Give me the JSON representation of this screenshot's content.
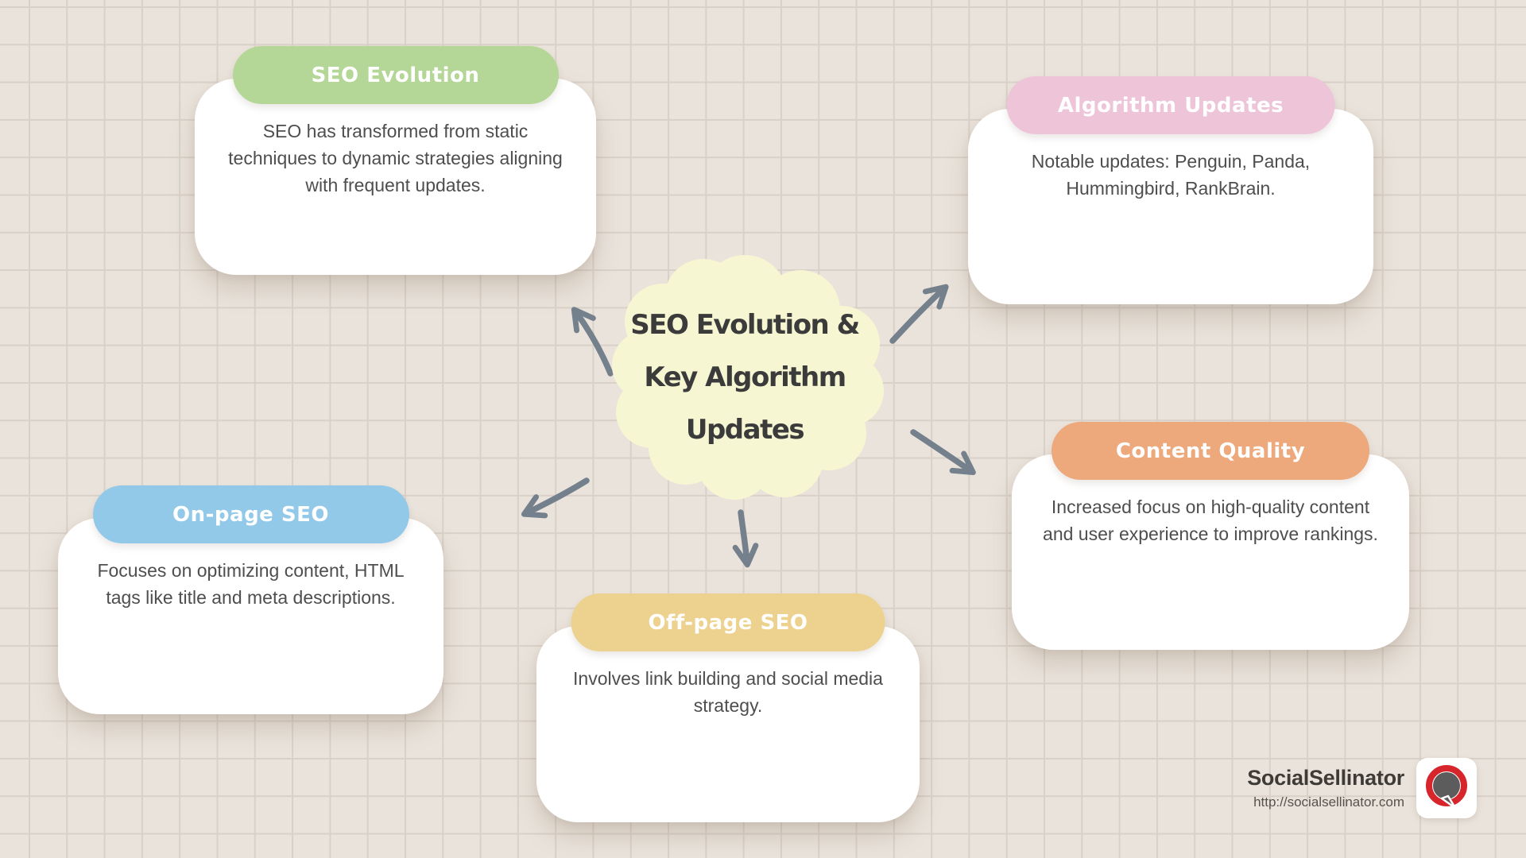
{
  "background": {
    "base_color": "#eae3db",
    "grid_line_color": "#d9d1c8"
  },
  "center": {
    "title_lines": [
      "SEO Evolution &",
      "Key Algorithm",
      "Updates"
    ],
    "blob_color": "#f6f6d2",
    "text_color": "#3b3b3b"
  },
  "arrows": {
    "color": "#75808d"
  },
  "cards": [
    {
      "title": "SEO Evolution",
      "header_color": "#b4d696",
      "body_lines": [
        "SEO has transformed from static",
        "techniques to dynamic strategies aligning",
        "with frequent updates."
      ]
    },
    {
      "title": "Algorithm Updates",
      "header_color": "#eec4d9",
      "body_lines": [
        "Notable updates: Penguin, Panda,",
        "Hummingbird, RankBrain."
      ]
    },
    {
      "title": "On-page SEO",
      "header_color": "#92c9e9",
      "body_lines": [
        "Focuses on optimizing content, HTML",
        "tags like title and meta descriptions."
      ]
    },
    {
      "title": "Off-page SEO",
      "header_color": "#ecd28e",
      "body_lines": [
        "Involves link building and social media",
        "strategy."
      ]
    },
    {
      "title": "Content Quality",
      "header_color": "#eda87c",
      "body_lines": [
        "Increased focus on high-quality content",
        "and user experience to improve rankings."
      ]
    }
  ],
  "footer": {
    "brand": "SocialSellinator",
    "url": "http://socialsellinator.com",
    "logo_ring_color": "#d7252c",
    "logo_bubble_color": "#5c5c5c"
  }
}
